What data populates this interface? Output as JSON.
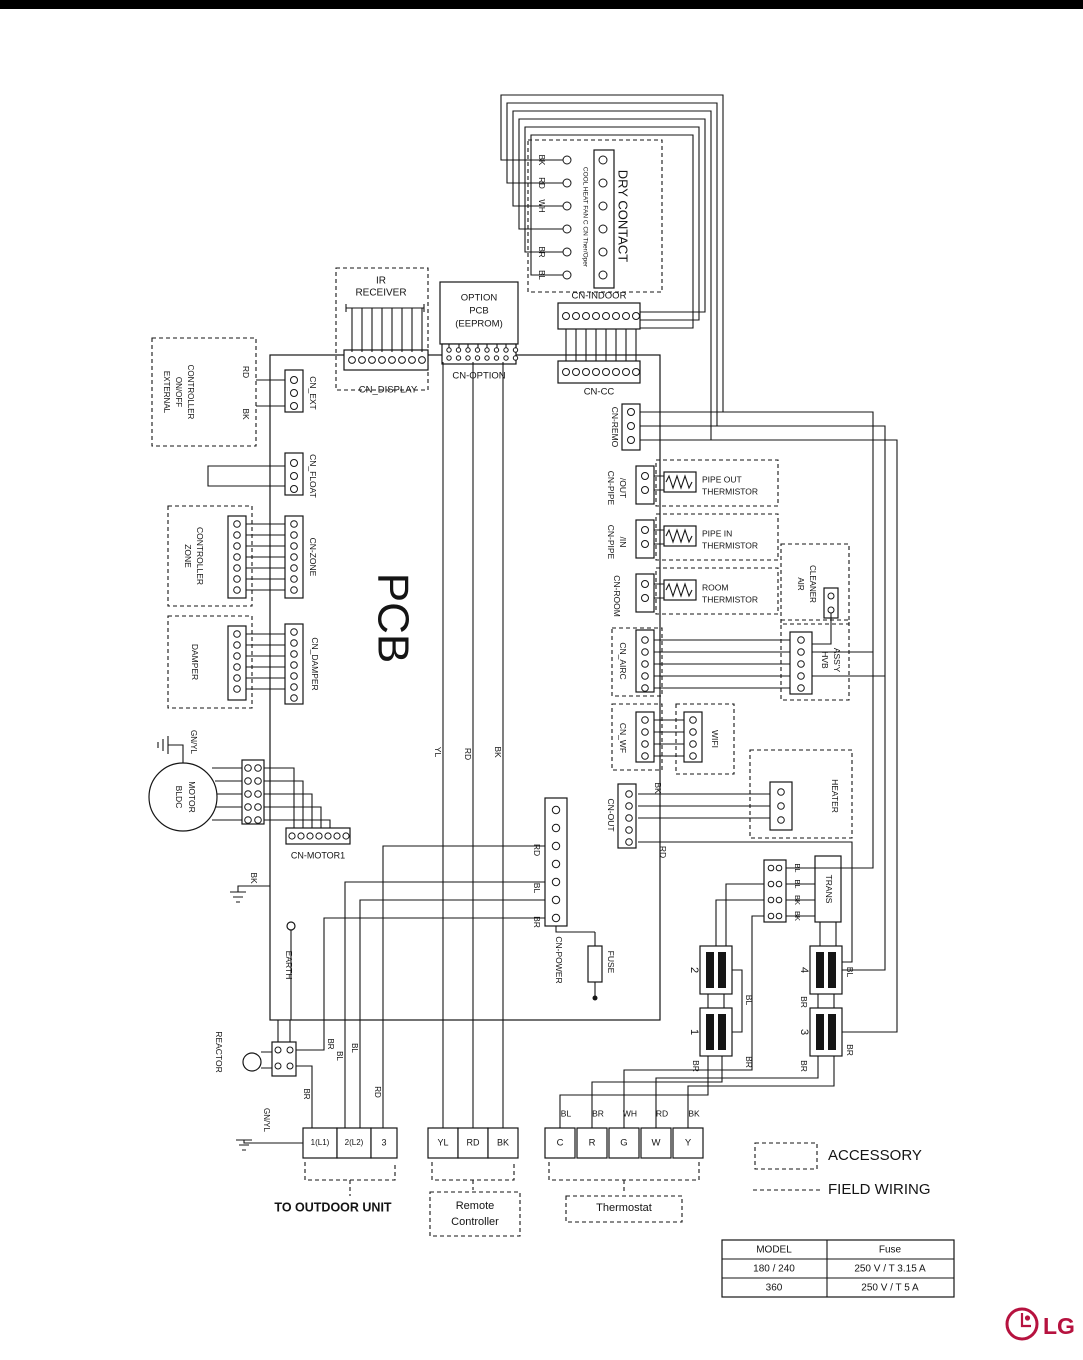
{
  "labels": {
    "dry_contact": "DRY CONTACT",
    "dry_contact_pins": "COOL HEAT FAN C CN Ther/Oper",
    "cn_indoor": "CN-INDOOR",
    "ir_receiver": [
      "IR",
      "RECEIVER"
    ],
    "cn_display": "CN_DISPLAY",
    "option_pcb": [
      "OPTION",
      "PCB",
      "(EEPROM)"
    ],
    "cn_option": "CN-OPTION",
    "cn_cc": "CN-CC",
    "external_controller": [
      "EXTERNAL",
      "ON/OFF",
      "CONTROLLER"
    ],
    "cn_ext": "CN_EXT",
    "cn_float": "CN_FLOAT",
    "zone_controller": [
      "ZONE",
      "CONTROLLER"
    ],
    "cn_zone": "CN-ZONE",
    "damper": "DAMPER",
    "cn_damper": "CN_DAMPER",
    "pcb": "PCB",
    "cn_remo": "CN-REMO",
    "cn_pipe_out": [
      "CN-PIPE",
      "/OUT"
    ],
    "pipe_out_thermistor": [
      "PIPE OUT",
      "THERMISTOR"
    ],
    "cn_pipe_in": [
      "CN-PIPE",
      "/IN"
    ],
    "pipe_in_thermistor": [
      "PIPE IN",
      "THERMISTOR"
    ],
    "cn_room": "CN-ROOM",
    "room_thermistor": [
      "ROOM",
      "THERMISTOR"
    ],
    "air_cleaner": [
      "AIR",
      "CLEANER"
    ],
    "cn_airc": "CN_AIRC",
    "hvb_assy": [
      "HVB",
      "ASS'Y"
    ],
    "cn_wf": "CN_WF",
    "wifi": "WIFI",
    "heater": "HEATER",
    "bldc_motor": [
      "BLDC",
      "MOTOR"
    ],
    "cn_motor1": "CN-MOTOR1",
    "earth": "EARTH",
    "cn_out": "CN-OUT",
    "cn_power": "CN-POWER",
    "fuse": "FUSE",
    "trans": "TRANS",
    "reactor": "REACTOR"
  },
  "colors": {
    "bk": "BK",
    "rd": "RD",
    "wh": "WH",
    "br": "BR",
    "bl": "BL",
    "yl": "YL",
    "gnyl": "GN/YL"
  },
  "terminal_blocks": [
    "1",
    "2",
    "3",
    "4"
  ],
  "terminals": {
    "outdoor": [
      "1(L1)",
      "2(L2)",
      "3"
    ],
    "outdoor_label": "TO OUTDOOR UNIT",
    "remote": [
      "YL",
      "RD",
      "BK"
    ],
    "remote_label": [
      "Remote",
      "Controller"
    ],
    "thermostat": [
      "C",
      "R",
      "G",
      "W",
      "Y"
    ],
    "thermostat_label": "Thermostat"
  },
  "legend": {
    "accessory": "ACCESSORY",
    "field_wiring": "FIELD WIRING"
  },
  "table": {
    "col1": "MODEL",
    "col2": "Fuse",
    "rows": [
      [
        "180 / 240",
        "250 V / T 3.15 A"
      ],
      [
        "360",
        "250 V / T 5 A"
      ]
    ]
  },
  "logo": "LG"
}
